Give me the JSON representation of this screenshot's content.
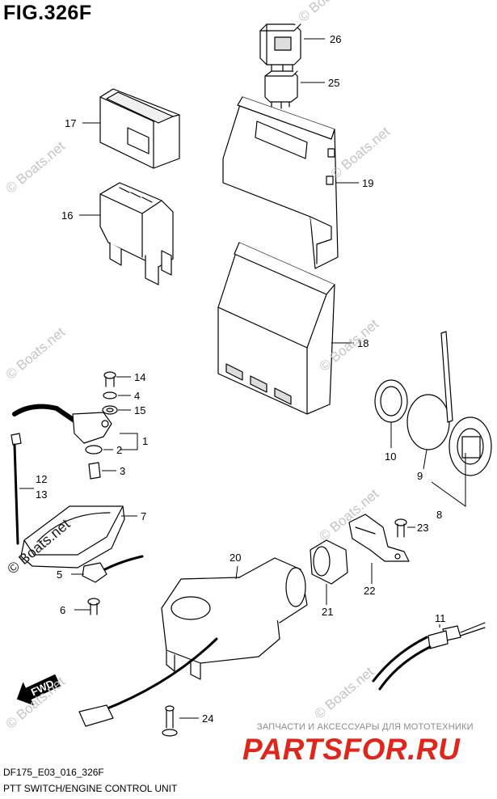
{
  "figure": {
    "title": "FIG.326F",
    "model_code": "DF175_E03_016_326F",
    "caption": "PTT SWITCH/ENGINE CONTROL UNIT"
  },
  "watermark": {
    "text": "© Boats.net"
  },
  "shop": {
    "caption": "ЗАПЧАСТИ И АКСЕССУАРЫ ДЛЯ МОТОТЕХНИКИ",
    "logo": "PARTSFOR.RU",
    "color": "#e0251b"
  },
  "direction_arrow": {
    "label": "FWD"
  },
  "part_labels": [
    "26",
    "25",
    "17",
    "19",
    "16",
    "18",
    "14",
    "4",
    "15",
    "1",
    "2",
    "3",
    "12",
    "13",
    "7",
    "10",
    "9",
    "8",
    "23",
    "20",
    "22",
    "21",
    "5",
    "6",
    "11",
    "24"
  ]
}
